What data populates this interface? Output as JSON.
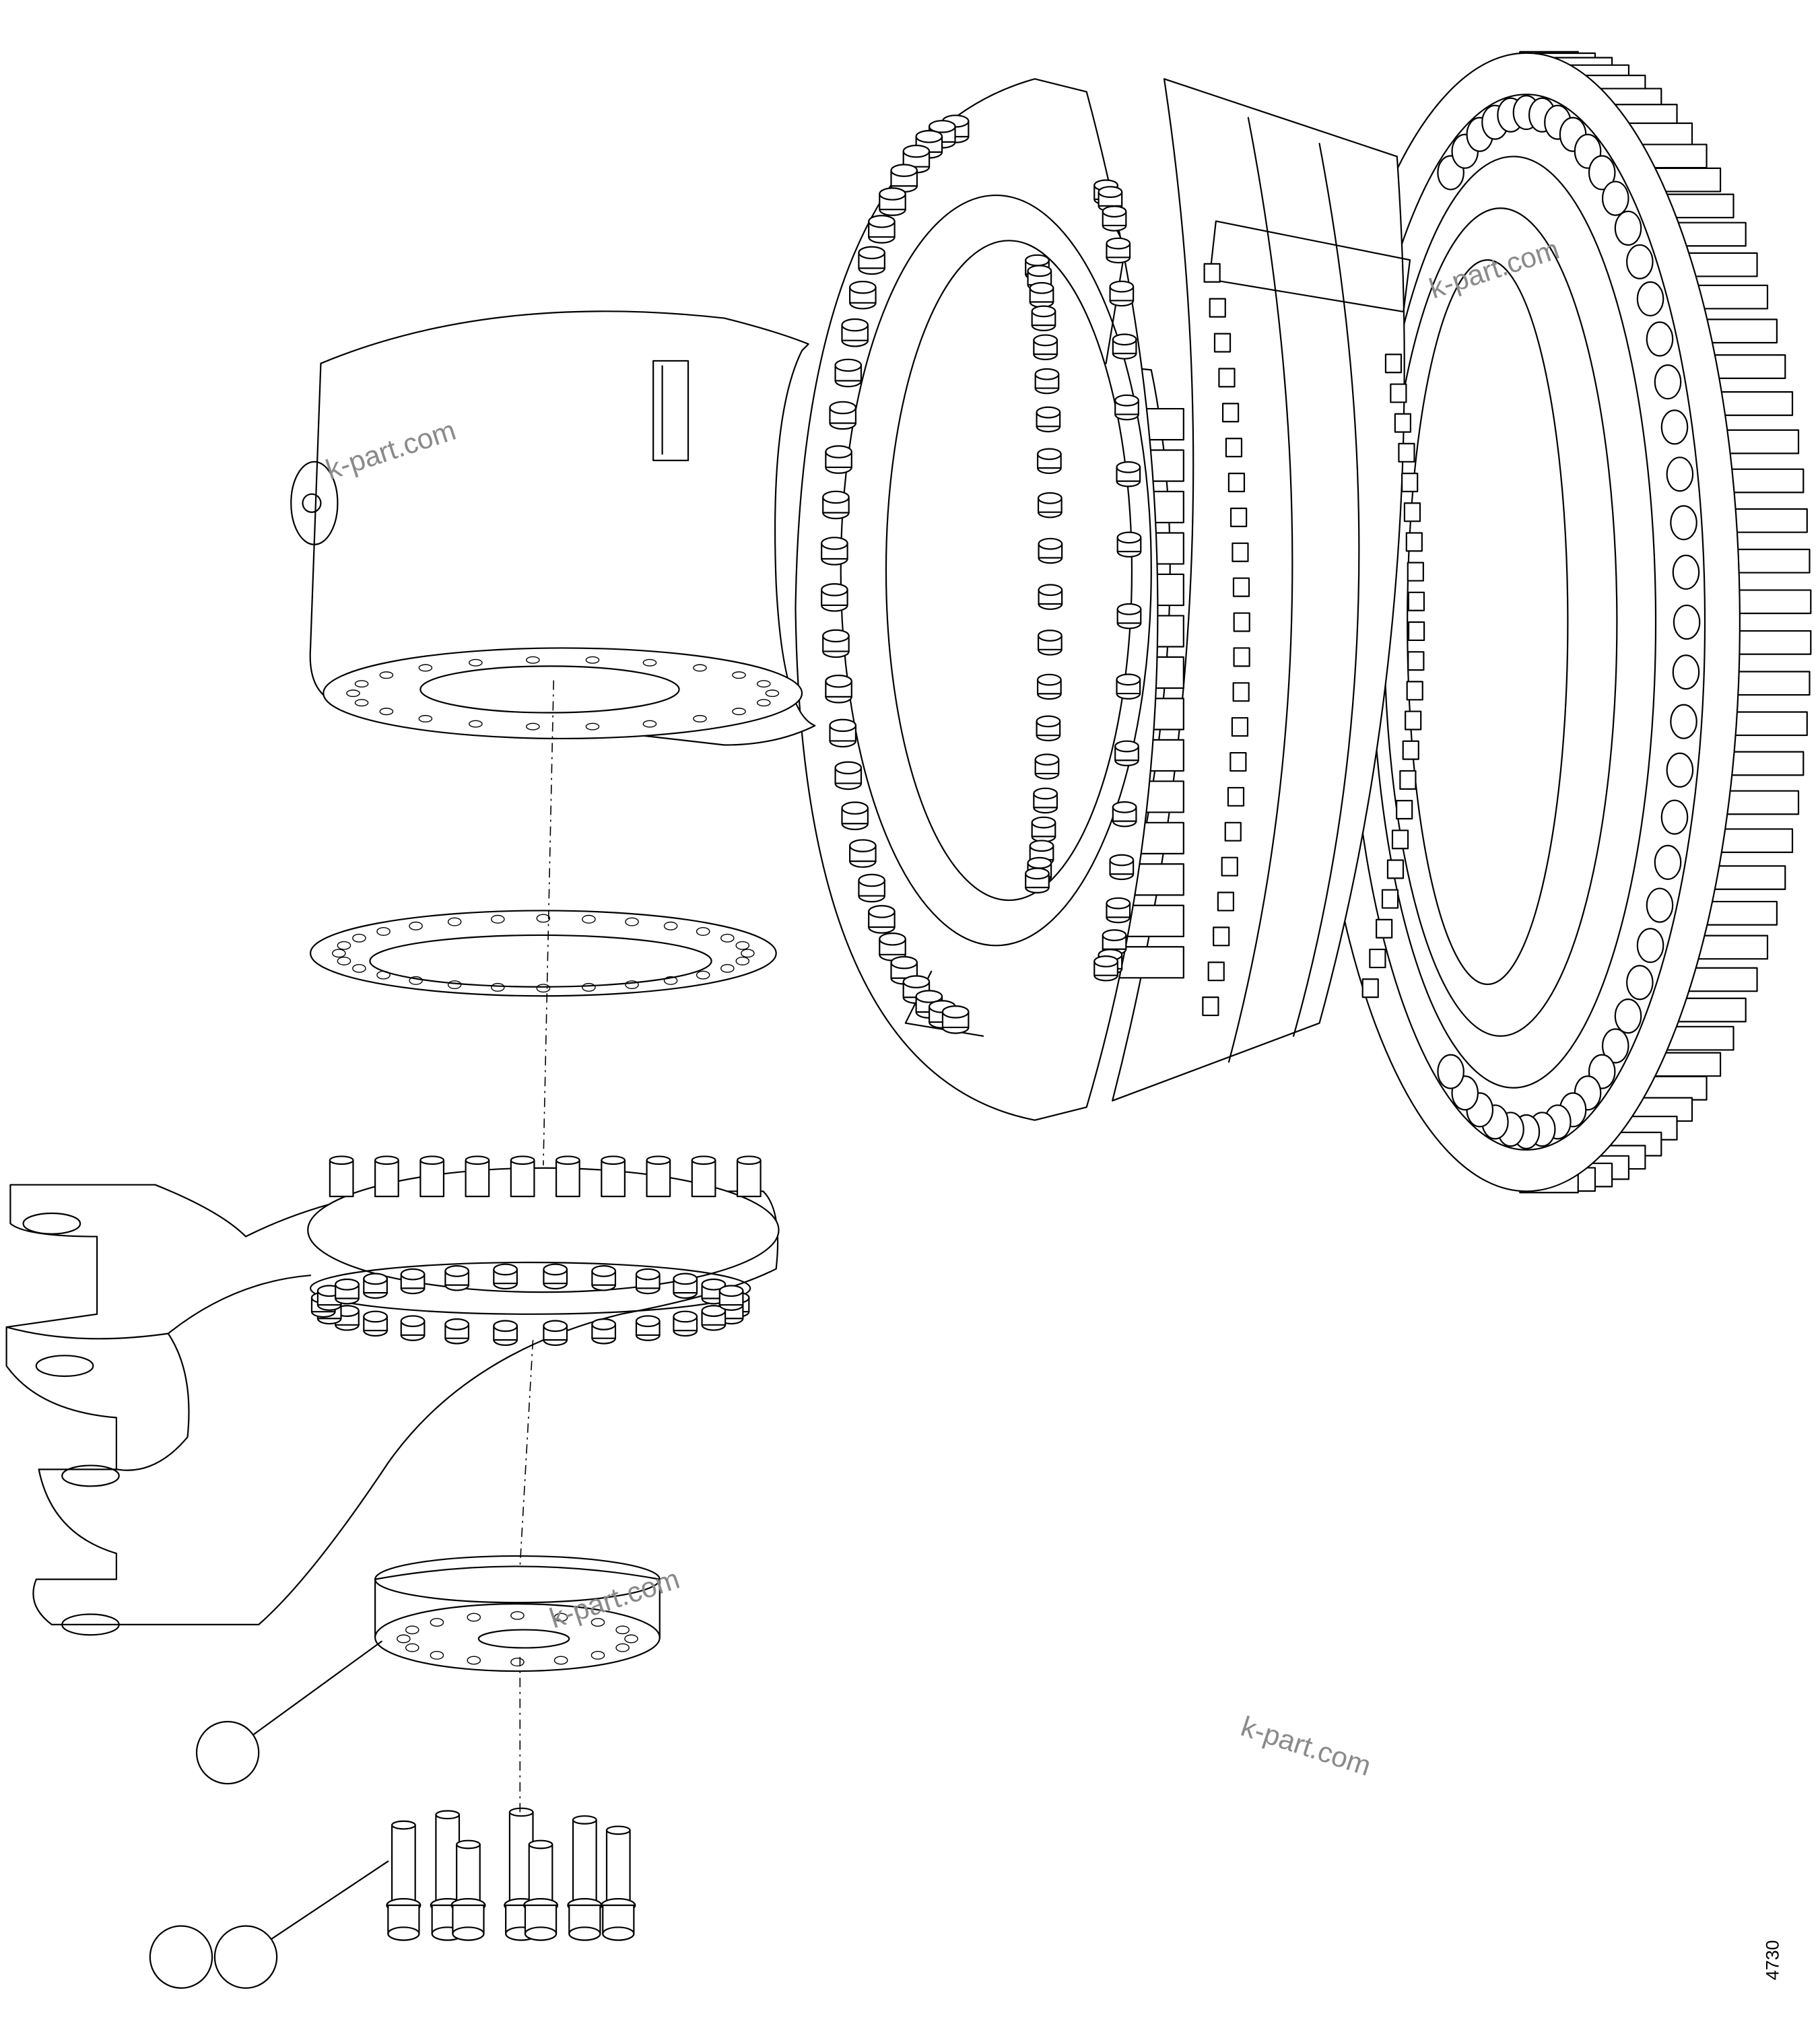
{
  "watermarks": [
    "k-part.com",
    "k-part.com",
    "k-part.com",
    "k-part.com"
  ],
  "callouts": [
    "",
    "",
    ""
  ],
  "drawing_code": "4730",
  "components": {
    "hub_assembly": "wheel hub with gear ring and bolted flanges",
    "upper_arm": "upper steering knuckle arm",
    "gasket": "flange gasket",
    "lower_arm": "lower knuckle / steering arm",
    "spacer": "spacer plate",
    "bolts": "bolt set"
  }
}
